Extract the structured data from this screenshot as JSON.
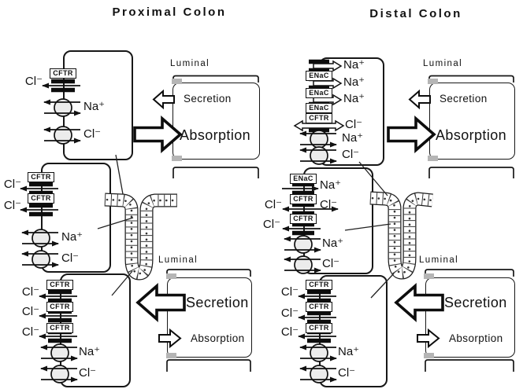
{
  "titles": {
    "proximal": "Proximal Colon",
    "distal": "Distal Colon"
  },
  "flux": {
    "proximal_surface": {
      "region_label": "Luminal",
      "secretion": "Secretion",
      "absorption": "Absorption",
      "dominant": "absorption"
    },
    "proximal_crypt": {
      "region_label": "Luminal",
      "secretion": "Secretion",
      "absorption": "Absorption",
      "dominant": "secretion"
    },
    "distal_surface": {
      "region_label": "Luminal",
      "secretion": "Secretion",
      "absorption": "Absorption",
      "dominant": "absorption"
    },
    "distal_crypt": {
      "region_label": "Luminal",
      "secretion": "Secretion",
      "absorption": "Absorption",
      "dominant": "secretion"
    }
  },
  "cells": {
    "proximal_surface": {
      "channels": [
        {
          "type": "CFTR",
          "ion": "Cl⁻",
          "direction": "efflux"
        }
      ],
      "cotransporters": [
        {
          "ion": "Na⁺"
        },
        {
          "ion": "Cl⁻"
        }
      ]
    },
    "proximal_crypt_mid": {
      "channels": [
        {
          "type": "CFTR",
          "ion": "Cl⁻",
          "direction": "efflux"
        },
        {
          "type": "CFTR",
          "ion": "Cl⁻",
          "direction": "efflux"
        }
      ],
      "cotransporters": [
        {
          "ion": "Na⁺"
        },
        {
          "ion": "Cl⁻"
        }
      ]
    },
    "proximal_crypt_base": {
      "channels": [
        {
          "type": "CFTR",
          "ion": "Cl⁻",
          "direction": "efflux"
        },
        {
          "type": "CFTR",
          "ion": "Cl⁻",
          "direction": "efflux"
        },
        {
          "type": "CFTR",
          "ion": "Cl⁻",
          "direction": "efflux"
        }
      ],
      "cotransporters": [
        {
          "ion": "Na⁺"
        },
        {
          "ion": "Cl⁻"
        }
      ]
    },
    "distal_surface": {
      "channels": [
        {
          "type": "ENaC",
          "ion": "Na⁺",
          "direction": "influx"
        },
        {
          "type": "ENaC",
          "ion": "Na⁺",
          "direction": "influx"
        },
        {
          "type": "ENaC",
          "ion": "Na⁺",
          "direction": "influx"
        },
        {
          "type": "CFTR",
          "ion": "Cl⁻",
          "direction": "bidirectional"
        }
      ],
      "cotransporters": [
        {
          "ion": "Na⁺"
        },
        {
          "ion": "Cl⁻"
        }
      ]
    },
    "distal_crypt_mid": {
      "channels": [
        {
          "type": "ENaC",
          "ion": "Na⁺",
          "direction": "influx"
        },
        {
          "type": "CFTR",
          "ion": "Cl⁻",
          "ion_left": "Cl⁻",
          "direction": "bidirectional"
        },
        {
          "type": "CFTR",
          "ion": "Cl⁻",
          "direction": "efflux"
        }
      ],
      "cotransporters": [
        {
          "ion": "Na⁺"
        },
        {
          "ion": "Cl⁻"
        }
      ]
    },
    "distal_crypt_base": {
      "channels": [
        {
          "type": "CFTR",
          "ion": "Cl⁻",
          "direction": "efflux"
        },
        {
          "type": "CFTR",
          "ion": "Cl⁻",
          "direction": "efflux"
        },
        {
          "type": "CFTR",
          "ion": "Cl⁻",
          "direction": "efflux"
        }
      ],
      "cotransporters": [
        {
          "ion": "Na⁺"
        },
        {
          "ion": "Cl⁻"
        }
      ]
    }
  },
  "colors": {
    "ink": "#111111",
    "junction_gray": "#b5b5b5",
    "pump_fill": "#ececec"
  }
}
